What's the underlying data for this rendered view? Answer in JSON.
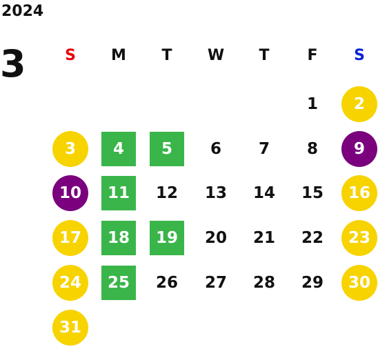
{
  "calendar": {
    "year": "2024",
    "month": "3",
    "weekdays": [
      {
        "label": "S",
        "color": "#e8000b"
      },
      {
        "label": "M",
        "color": "#111111"
      },
      {
        "label": "T",
        "color": "#111111"
      },
      {
        "label": "W",
        "color": "#111111"
      },
      {
        "label": "T",
        "color": "#111111"
      },
      {
        "label": "F",
        "color": "#111111"
      },
      {
        "label": "S",
        "color": "#0a22d8"
      }
    ],
    "first_weekday_index": 5,
    "days": [
      {
        "n": "1",
        "marker": "none"
      },
      {
        "n": "2",
        "marker": "holiday"
      },
      {
        "n": "3",
        "marker": "holiday"
      },
      {
        "n": "4",
        "marker": "event"
      },
      {
        "n": "5",
        "marker": "event"
      },
      {
        "n": "6",
        "marker": "none"
      },
      {
        "n": "7",
        "marker": "none"
      },
      {
        "n": "8",
        "marker": "none"
      },
      {
        "n": "9",
        "marker": "special"
      },
      {
        "n": "10",
        "marker": "special"
      },
      {
        "n": "11",
        "marker": "event"
      },
      {
        "n": "12",
        "marker": "none"
      },
      {
        "n": "13",
        "marker": "none"
      },
      {
        "n": "14",
        "marker": "none"
      },
      {
        "n": "15",
        "marker": "none"
      },
      {
        "n": "16",
        "marker": "holiday"
      },
      {
        "n": "17",
        "marker": "holiday"
      },
      {
        "n": "18",
        "marker": "event"
      },
      {
        "n": "19",
        "marker": "event"
      },
      {
        "n": "20",
        "marker": "none"
      },
      {
        "n": "21",
        "marker": "none"
      },
      {
        "n": "22",
        "marker": "none"
      },
      {
        "n": "23",
        "marker": "holiday"
      },
      {
        "n": "24",
        "marker": "holiday"
      },
      {
        "n": "25",
        "marker": "event"
      },
      {
        "n": "26",
        "marker": "none"
      },
      {
        "n": "27",
        "marker": "none"
      },
      {
        "n": "28",
        "marker": "none"
      },
      {
        "n": "29",
        "marker": "none"
      },
      {
        "n": "30",
        "marker": "holiday"
      },
      {
        "n": "31",
        "marker": "holiday"
      }
    ],
    "colors": {
      "holiday": "#f7d300",
      "special": "#7a007e",
      "event": "#3ab54a",
      "text": "#111111"
    }
  }
}
